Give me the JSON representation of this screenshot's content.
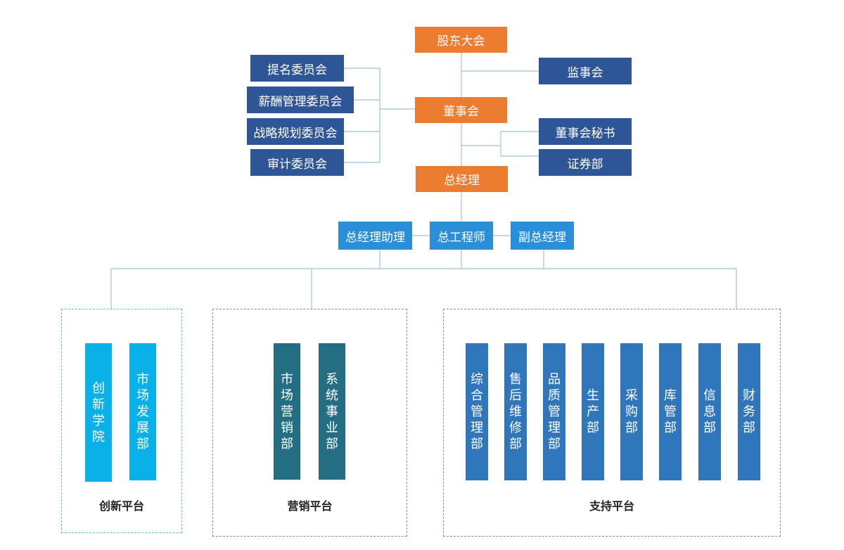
{
  "colors": {
    "executive": "#ec7c30",
    "committee": "#2e5595",
    "management": "#2a8fd8",
    "innovation": "#0ab0e8",
    "marketing": "#236e83",
    "support": "#2f76bb",
    "line": "#9fc3d6"
  },
  "top": {
    "shareholders": "股东大会",
    "board": "董事会",
    "general_manager": "总经理"
  },
  "committees": [
    "提名委员会",
    "薪酬管理委员会",
    "战略规划委员会",
    "审计委员会"
  ],
  "supervisory": "监事会",
  "board_support": [
    "董事会秘书",
    "证券部"
  ],
  "management": {
    "assistant": "总经理助理",
    "chief_engineer": "总工程师",
    "deputy": "副总经理"
  },
  "platforms": {
    "innovation": {
      "title": "创新平台",
      "units": [
        "创新学院",
        "市场发展部"
      ]
    },
    "marketing": {
      "title": "营销平台",
      "units": [
        "市场营销部",
        "系统事业部"
      ]
    },
    "support": {
      "title": "支持平台",
      "units": [
        "综合管理部",
        "售后维修部",
        "品质管理部",
        "生产部",
        "采购部",
        "库管部",
        "信息部",
        "财务部"
      ]
    }
  }
}
